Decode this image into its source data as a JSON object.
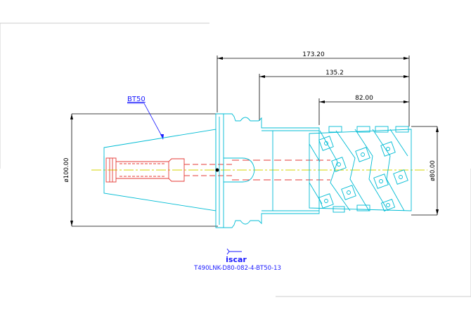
{
  "drawing": {
    "dimensions": {
      "overall_length": "173.20",
      "body_length": "135.2",
      "cutting_length": "82.00",
      "flange_diameter": "ø100.00",
      "cutter_diameter": "ø80.00"
    },
    "callout_label": "BT50",
    "part_number": "T490LNK-D80-082-4-BT50-13",
    "logo_text": "iscar"
  },
  "colors": {
    "outline": "#00bcd4",
    "shank": "#e53935",
    "centerline": "#d4d400",
    "dimension": "#000000",
    "callout": "#1a1aff",
    "logo": "#1a1aff",
    "part_number": "#1a1aff"
  }
}
